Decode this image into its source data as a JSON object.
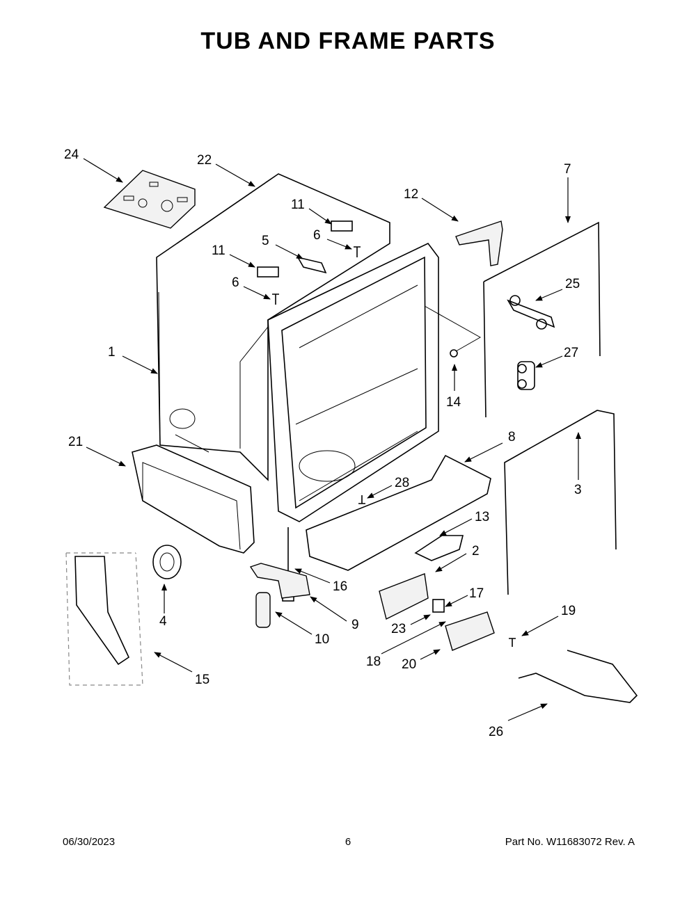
{
  "title": "TUB AND FRAME PARTS",
  "footer": {
    "date": "06/30/2023",
    "page": "6",
    "part_number": "Part No.  W11683072  Rev.  A"
  },
  "callouts": [
    "24",
    "22",
    "11",
    "12",
    "7",
    "5",
    "6",
    "11",
    "6",
    "25",
    "1",
    "27",
    "14",
    "21",
    "8",
    "3",
    "28",
    "13",
    "2",
    "17",
    "16",
    "4",
    "9",
    "23",
    "19",
    "10",
    "18",
    "20",
    "15",
    "26"
  ]
}
